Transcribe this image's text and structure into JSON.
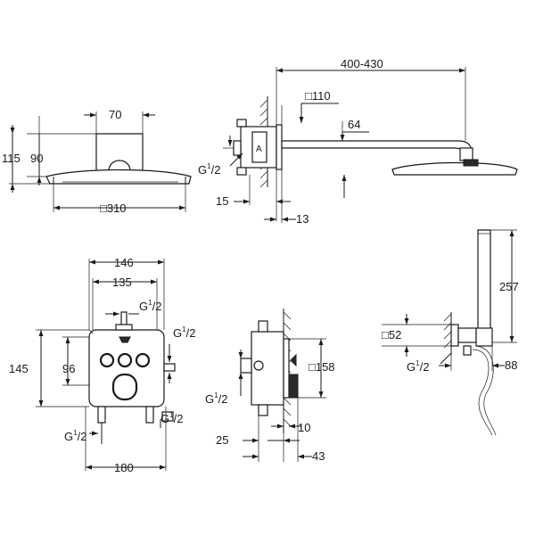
{
  "drawing": {
    "head_top": {
      "width_top": "70",
      "height_total": "115",
      "height_body": "90",
      "diameter": "□310"
    },
    "arm_side": {
      "reach": "400-430",
      "flange": "□110",
      "arm_offset": "64",
      "thread_main": "G",
      "thread_sup": "1",
      "thread_den": "/2",
      "depth_a": "15",
      "depth_b": "13",
      "valve_mark": "A"
    },
    "valve_front": {
      "width_outer": "146",
      "width_inner": "135",
      "height_outer": "145",
      "height_inner": "96",
      "width_bottom": "180",
      "thread_g": "G",
      "thread_sup": "1",
      "thread_den": "/2"
    },
    "valve_side": {
      "size": "□158",
      "depth_a": "25",
      "depth_b": "10",
      "depth_c": "43",
      "thread_g": "G",
      "thread_sup": "1",
      "thread_den": "/2"
    },
    "hand_shower": {
      "length": "257",
      "flange": "□52",
      "projection": "88",
      "thread_g": "G",
      "thread_sup": "1",
      "thread_den": "/2"
    }
  }
}
